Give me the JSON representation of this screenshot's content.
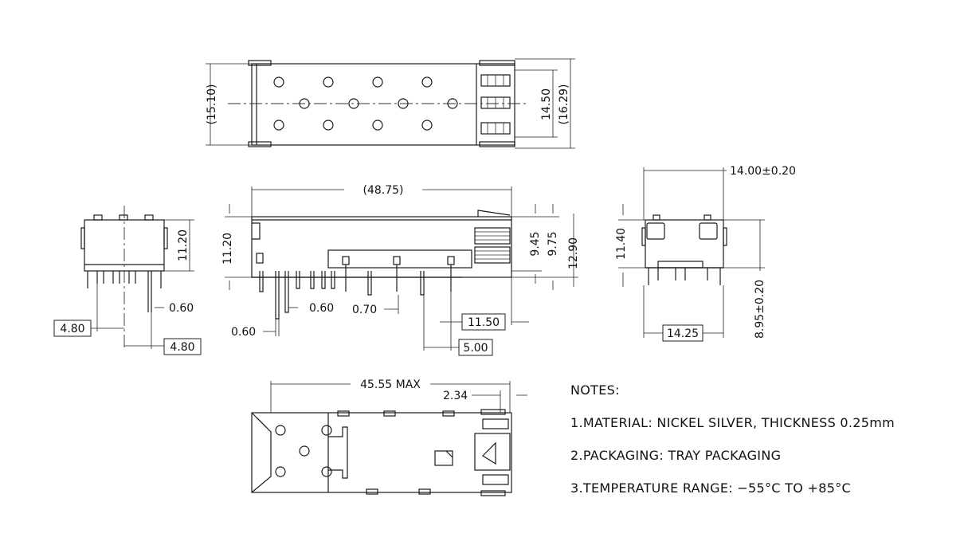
{
  "dimensions": {
    "top_left_height": "(15.10)",
    "top_inner_width": "14.50",
    "top_outer_width": "(16.29)",
    "front_total_length": "(48.75)",
    "front_height": "11.20",
    "front_d1": "9.45",
    "front_d2": "9.75",
    "front_d3": "12.90",
    "front_pitch_a": "0.60",
    "front_pitch_b": "0.70",
    "front_pin_width": "0.60",
    "front_box_a": "11.50",
    "front_box_b": "5.00",
    "left_height": "11.20",
    "left_pin": "0.60",
    "left_box_a": "4.80",
    "left_box_b": "4.80",
    "right_width": "14.00±0.20",
    "right_height": "11.40",
    "right_inner": "8.95±0.20",
    "right_box": "14.25",
    "bottom_length": "45.55 MAX",
    "bottom_offset": "2.34"
  },
  "notes": {
    "heading": "NOTES:",
    "items": [
      "1.MATERIAL: NICKEL SILVER, THICKNESS 0.25mm",
      "2.PACKAGING: TRAY PACKAGING",
      "3.TEMPERATURE RANGE: −55°C TO +85°C"
    ]
  }
}
